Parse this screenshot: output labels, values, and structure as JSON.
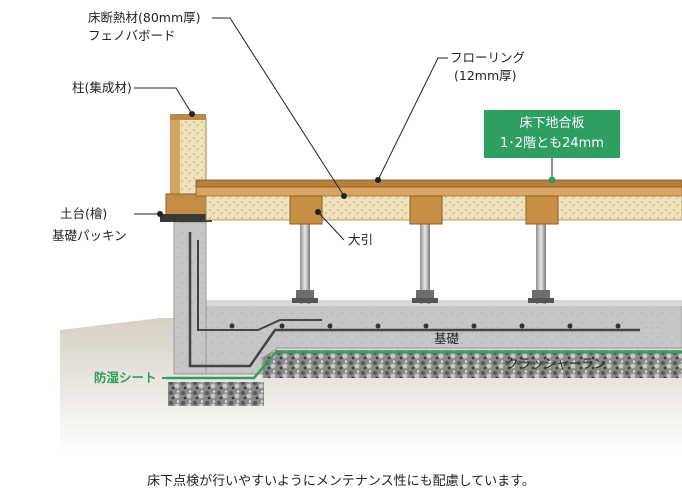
{
  "labels": {
    "insulation_line1": "床断熱材(80mm厚)",
    "insulation_line2": "フェノバボード",
    "pillar": "柱(集成材)",
    "flooring_line1": "フローリング",
    "flooring_line2": "(12mm厚)",
    "subfloor_line1": "床下地合板",
    "subfloor_line2": "1･2階とも24mm",
    "sill_line1": "土台(檜)",
    "sill_line2": "基礎パッキン",
    "joist": "大引",
    "foundation": "基礎",
    "crusher_run": "クラッシャーラン",
    "moisture_sheet": "防湿シート"
  },
  "caption": "床下点検が行いやすいようにメンテナンス性にも配慮しています。",
  "colors": {
    "accent_green": "#2f9e63",
    "wood": "#c9944e",
    "concrete": "#bfbfbf",
    "gravel": "#7a7a7a"
  }
}
